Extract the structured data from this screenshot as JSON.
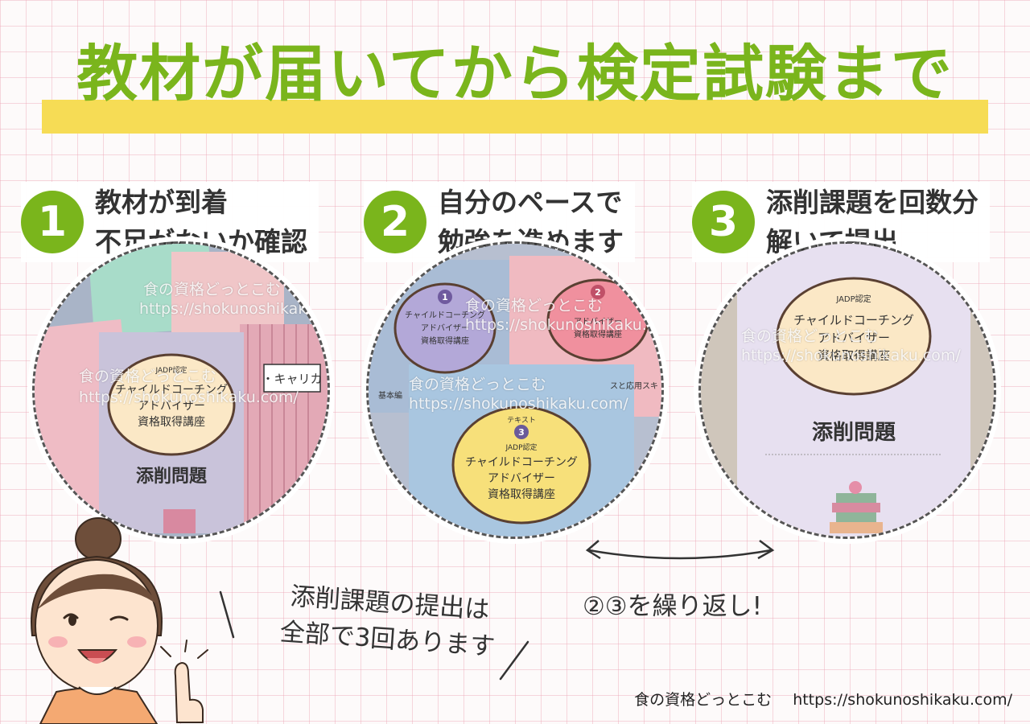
{
  "title": "教材が届いてから検定試験まで",
  "steps": [
    {
      "number": "1",
      "line1": "教材が到着",
      "line2": "不足がないか確認"
    },
    {
      "number": "2",
      "line1": "自分のペースで",
      "line2": "勉強を進めます"
    },
    {
      "number": "3",
      "line1": "添削課題を回数分",
      "line2": "解いて提出"
    }
  ],
  "photo1": {
    "book_title": [
      "チャイルドコーチング",
      "アドバイザー",
      "資格取得講座"
    ],
    "badge": "JADP認定",
    "exercise_label": "添削問題",
    "side_label": "・キャリカ"
  },
  "photo2": {
    "book_title": [
      "チャイルドコーチング",
      "アドバイザー",
      "資格取得講座"
    ],
    "badge": "JADP認定",
    "text_label": "テキスト",
    "num1": "1",
    "num2": "2",
    "num3": "3",
    "basic_label": "基本編",
    "side_label": "スと応用スキ"
  },
  "photo3": {
    "book_title": [
      "チャイルドコーチング",
      "アドバイザー",
      "資格取得講座"
    ],
    "badge": "JADP認定",
    "exercise_label": "添削問題"
  },
  "watermark": {
    "name": "食の資格どっとこむ",
    "url": "https://shokunoshikaku.com/"
  },
  "repeat_text": "②③を繰り返し!",
  "speech": {
    "line1": "添削課題の提出は",
    "line2": "全部で3回あります"
  },
  "footer": {
    "name": "食の資格どっとこむ",
    "url": "https://shokunoshikaku.com/"
  },
  "colors": {
    "accent_green": "#7ab51c",
    "band_yellow": "#f6dc55",
    "grid_pink": "#eca8b8"
  }
}
